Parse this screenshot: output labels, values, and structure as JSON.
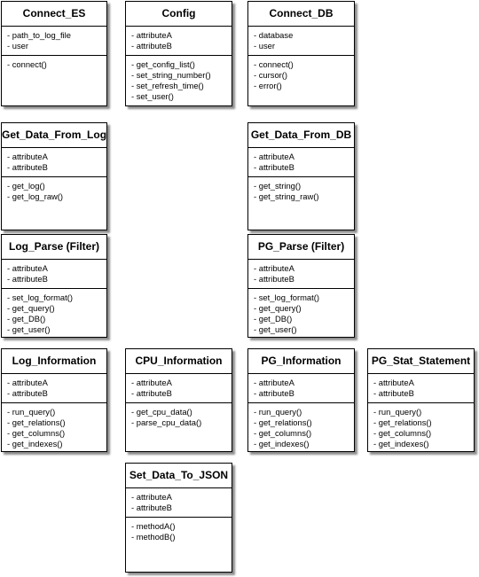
{
  "classes": [
    {
      "name": "Connect_ES",
      "attributes": [
        "- path_to_log_file",
        "- user"
      ],
      "methods": [
        "- connect()"
      ]
    },
    {
      "name": "Config",
      "attributes": [
        "- attributeA",
        "- attributeB"
      ],
      "methods": [
        "- get_config_list()",
        "- set_string_number()",
        "- set_refresh_time()",
        "- set_user()"
      ]
    },
    {
      "name": "Connect_DB",
      "attributes": [
        "- database",
        "- user"
      ],
      "methods": [
        "- connect()",
        "- cursor()",
        "- error()"
      ]
    },
    {
      "name": "Get_Data_From_Log",
      "attributes": [
        "- attributeA",
        "- attributeB"
      ],
      "methods": [
        "- get_log()",
        "- get_log_raw()"
      ]
    },
    {
      "name": "Get_Data_From_DB",
      "attributes": [
        "- attributeA",
        "- attributeB"
      ],
      "methods": [
        "- get_string()",
        "- get_string_raw()"
      ]
    },
    {
      "name": "Log_Parse (Filter)",
      "attributes": [
        "- attributeA",
        "- attributeB"
      ],
      "methods": [
        "- set_log_format()",
        "-  get_query()",
        "- get_DB()",
        "- get_user()"
      ]
    },
    {
      "name": "PG_Parse (Filter)",
      "attributes": [
        "- attributeA",
        "- attributeB"
      ],
      "methods": [
        "- set_log_format()",
        "-  get_query()",
        "- get_DB()",
        "- get_user()"
      ]
    },
    {
      "name": "Log_Information",
      "attributes": [
        "- attributeA",
        "- attributeB"
      ],
      "methods": [
        "- run_query()",
        "- get_relations()",
        "- get_columns()",
        "- get_indexes()"
      ]
    },
    {
      "name": "CPU_Information",
      "attributes": [
        "- attributeA",
        "- attributeB"
      ],
      "methods": [
        "- get_cpu_data()",
        "- parse_cpu_data()"
      ]
    },
    {
      "name": "PG_Information",
      "attributes": [
        "- attributeA",
        "- attributeB"
      ],
      "methods": [
        "- run_query()",
        "- get_relations()",
        "- get_columns()",
        "- get_indexes()"
      ]
    },
    {
      "name": "PG_Stat_Statement",
      "attributes": [
        "- attributeA",
        "- attributeB"
      ],
      "methods": [
        "- run_query()",
        "- get_relations()",
        "- get_columns()",
        "- get_indexes()"
      ]
    },
    {
      "name": "Set_Data_To_JSON",
      "attributes": [
        "- attributeA",
        "- attributeB"
      ],
      "methods": [
        "- methodA()",
        "- methodB()"
      ]
    }
  ]
}
